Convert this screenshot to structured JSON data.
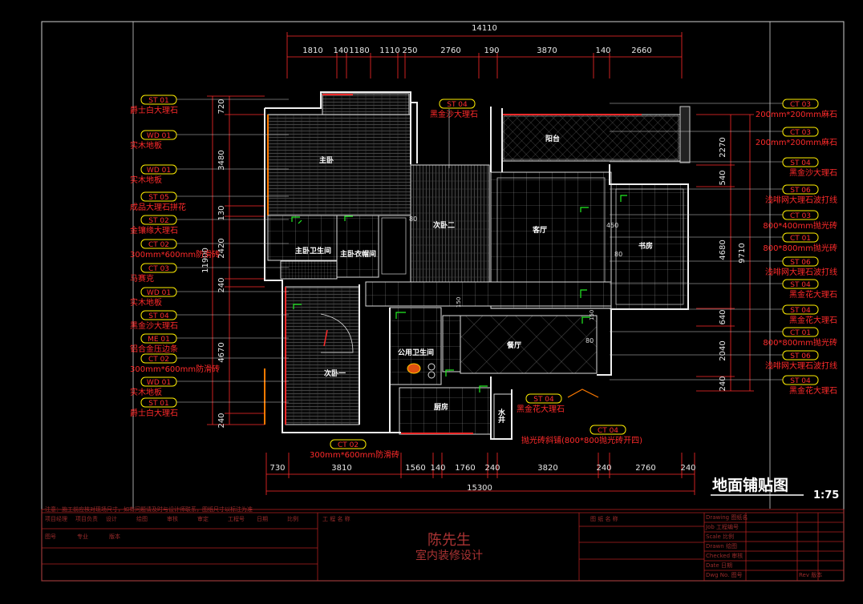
{
  "drawing": {
    "title": "地面铺贴图",
    "scale": "1:75",
    "client": "陈先生",
    "project": "室内装修设计"
  },
  "dims_top": {
    "total": "14110",
    "segments": [
      "1810",
      "140",
      "1180",
      "1110",
      "250",
      "2760",
      "190",
      "3870",
      "140",
      "2660"
    ]
  },
  "dims_bottom": {
    "total": "15300",
    "segments": [
      "730",
      "3810",
      "1560",
      "140",
      "1760",
      "240",
      "3820",
      "240",
      "2760",
      "240"
    ]
  },
  "dims_left": {
    "total": "11900",
    "segments": [
      "720",
      "3480",
      "130",
      "2420",
      "240",
      "4670",
      "240"
    ]
  },
  "dims_right": {
    "total": "9710",
    "segments": [
      "2270",
      "540",
      "4680",
      "640",
      "2040",
      "240"
    ]
  },
  "rooms": {
    "master_bed": "主卧",
    "master_bath": "主卧卫生间",
    "cloakroom": "主卧衣帽间",
    "second_bed_2": "次卧二",
    "living": "客厅",
    "balcony": "阳台",
    "study": "书房",
    "second_bed_1": "次卧一",
    "public_bath": "公用卫生间",
    "dining": "餐厅",
    "kitchen": "厨房",
    "shaft": "水井"
  },
  "small_labels": {
    "num450": "450",
    "num80a": "80",
    "num80b": "80",
    "num150": "150",
    "num150b": "150",
    "num80c": "80"
  },
  "left_tags": [
    {
      "code": "ST 01",
      "text": "爵士白大理石"
    },
    {
      "code": "WD 01",
      "text": "实木地板"
    },
    {
      "code": "WD 01",
      "text": "实木地板"
    },
    {
      "code": "ST 05",
      "text": "成品大理石拼花"
    },
    {
      "code": "ST 02",
      "text": "金镶缘大理石"
    },
    {
      "code": "CT 02",
      "text": "300mm*600mm防滑砖"
    },
    {
      "code": "CT 03",
      "text": "马赛克"
    },
    {
      "code": "WD 01",
      "text": "实木地板"
    },
    {
      "code": "ST 04",
      "text": "黑金沙大理石"
    },
    {
      "code": "ME 01",
      "text": "铝合金压边条"
    },
    {
      "code": "CT 02",
      "text": "300mm*600mm防滑砖"
    },
    {
      "code": "WD 01",
      "text": "实木地板"
    },
    {
      "code": "ST 01",
      "text": "爵士白大理石"
    }
  ],
  "right_tags": [
    {
      "code": "CT 03",
      "text": "200mm*200mm麻石"
    },
    {
      "code": "CT 03",
      "text": "200mm*200mm麻石"
    },
    {
      "code": "ST 04",
      "text": "黑金沙大理石"
    },
    {
      "code": "ST 06",
      "text": "浅啡网大理石波打线"
    },
    {
      "code": "CT 03",
      "text": "800*400mm抛光砖"
    },
    {
      "code": "CT 01",
      "text": "800*800mm抛光砖"
    },
    {
      "code": "ST 06",
      "text": "浅啡网大理石波打线"
    },
    {
      "code": "ST 04",
      "text": "黑金花大理石"
    },
    {
      "code": "ST 04",
      "text": "黑金花大理石"
    },
    {
      "code": "CT 01",
      "text": "800*800mm抛光砖"
    },
    {
      "code": "ST 06",
      "text": "浅啡网大理石波打线"
    },
    {
      "code": "ST 04",
      "text": "黑金花大理石"
    }
  ],
  "center_tags": [
    {
      "code": "ST 04",
      "text": "黑金沙大理石"
    },
    {
      "code": "ST 04",
      "text": "黑金花大理石"
    },
    {
      "code": "CT 04",
      "text": "抛光砖斜铺(800*800抛光砖开四)"
    },
    {
      "code": "CT 02",
      "text": "300mm*600mm防滑砖"
    }
  ],
  "titleblock": {
    "note": "注意：施工前应核对现场尺寸，如有问题请及时与设计师联系，图纸尺寸以标注为准",
    "cells_left": [
      "项目经理",
      "项目负责",
      "设计",
      "绘图",
      "审核",
      "审定",
      "工程号",
      "日期",
      "比例",
      "图号",
      "专业",
      "版本"
    ],
    "title_cell": "图 纸 名 称",
    "project_cell": "工 程 名 称",
    "right_cells": [
      "Drawing 图纸名",
      "Job 工程编号",
      "Scale 比例",
      "Drawn 绘图",
      "Checked 审核",
      "Date 日期",
      "Dwg No. 图号",
      "Rev 版本"
    ]
  }
}
